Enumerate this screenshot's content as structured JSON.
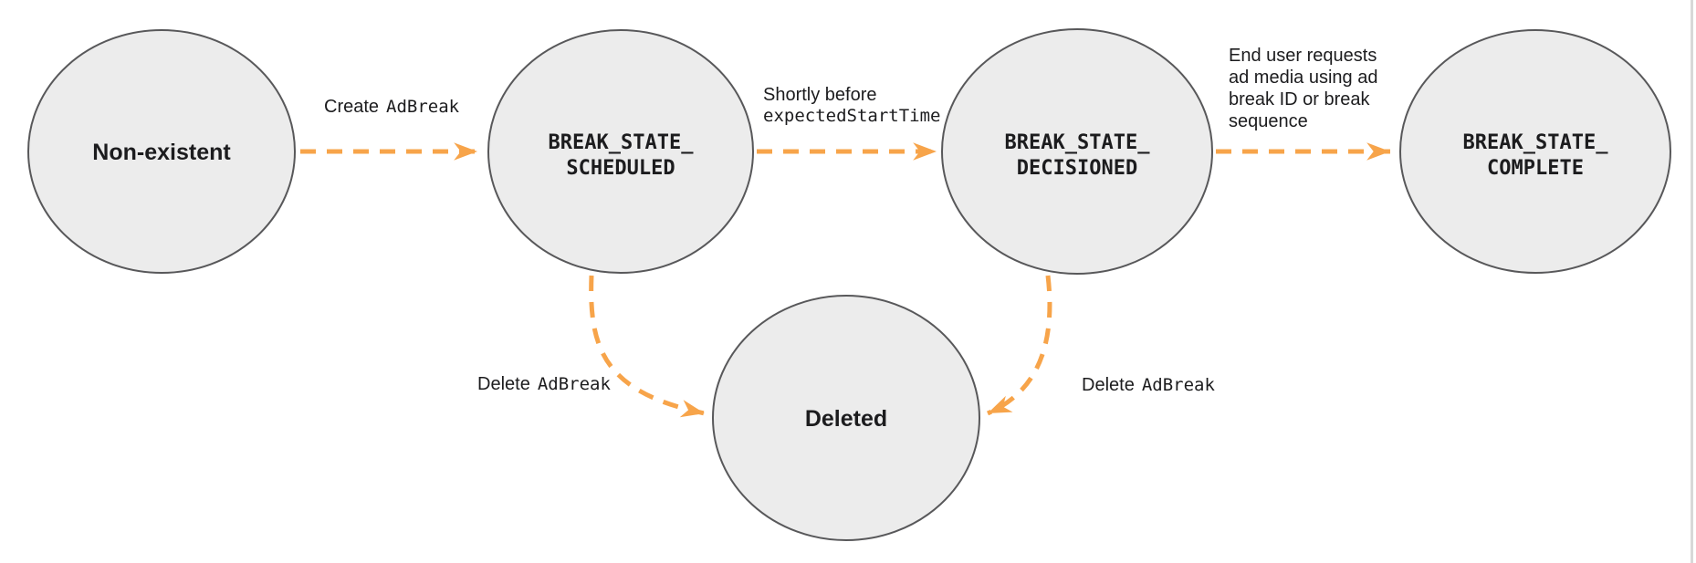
{
  "colors": {
    "node_fill": "#ececec",
    "node_border": "#58585a",
    "arrow": "#f7a44a",
    "text": "#1c1c1e"
  },
  "nodes": {
    "non_existent": {
      "label": "Non-existent"
    },
    "scheduled": {
      "line1": "BREAK_STATE_",
      "line2": "SCHEDULED"
    },
    "decisioned": {
      "line1": "BREAK_STATE_",
      "line2": "DECISIONED"
    },
    "complete": {
      "line1": "BREAK_STATE_",
      "line2": "COMPLETE"
    },
    "deleted": {
      "label": "Deleted"
    }
  },
  "edges": {
    "create": {
      "plain": "Create",
      "code": "AdBreak"
    },
    "shortly_before": {
      "line1_plain": "Shortly before",
      "line2_code": "expectedStartTime"
    },
    "end_user": {
      "line1": "End user requests",
      "line2": "ad media using ad",
      "line3": "break ID or break",
      "line4": "sequence"
    },
    "delete_from_scheduled": {
      "plain": "Delete",
      "code": "AdBreak"
    },
    "delete_from_decisioned": {
      "plain": "Delete",
      "code": "AdBreak"
    }
  }
}
